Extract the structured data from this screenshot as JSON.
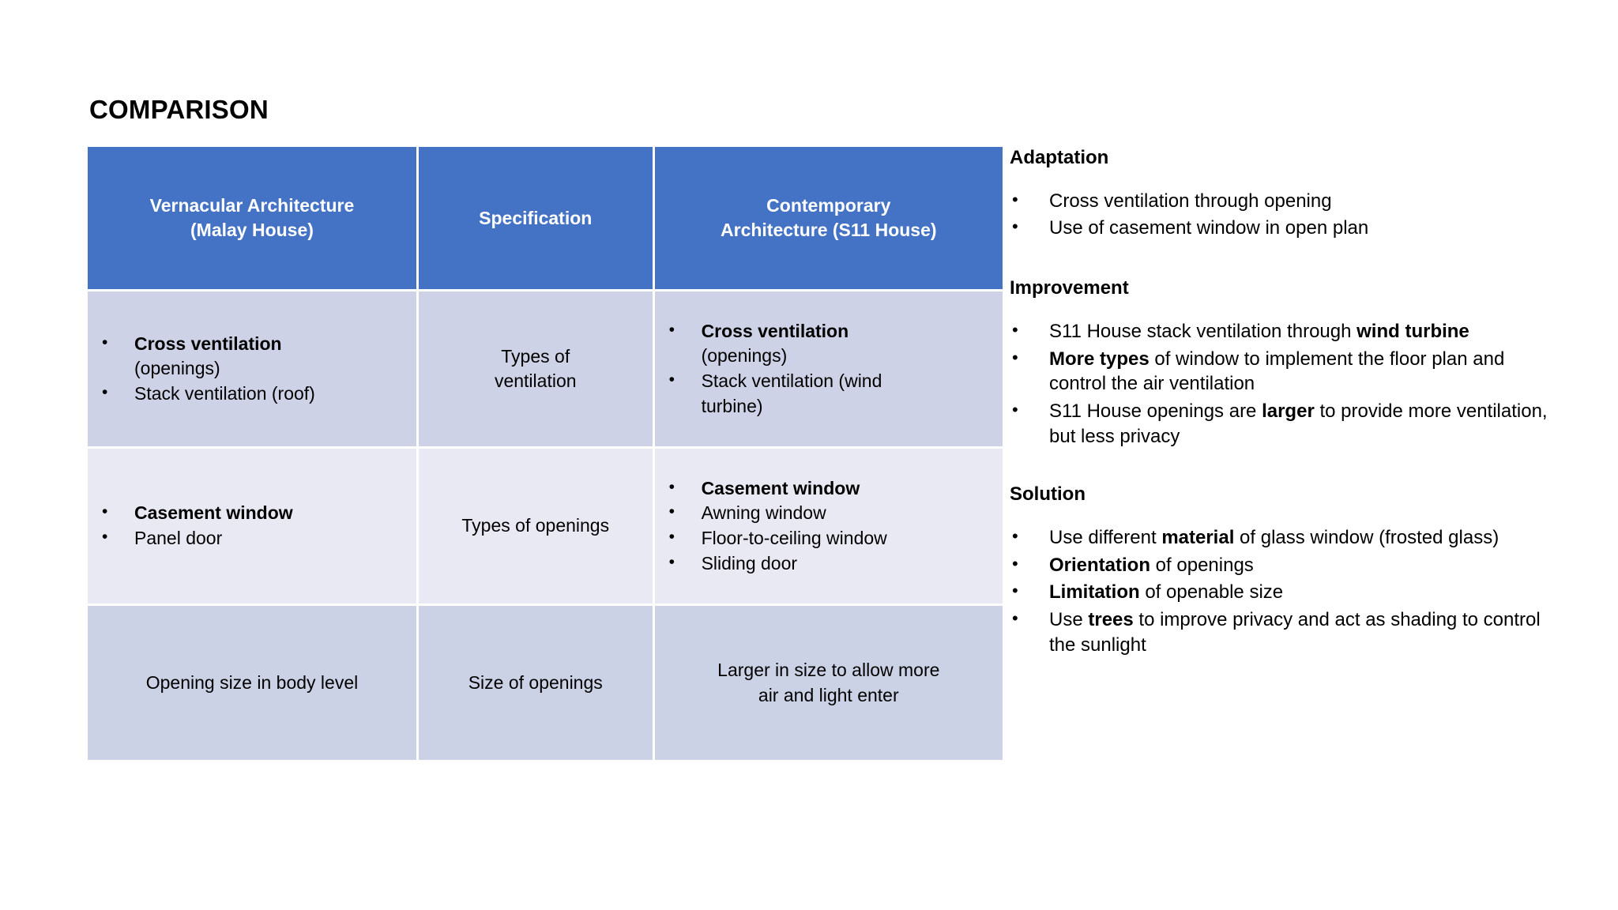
{
  "slide": {
    "title": "COMPARISON",
    "colors": {
      "header_blue": "#4472c4",
      "row_shade_dark": "#ced2e6",
      "row_shade_light": "#e9e9f3",
      "row_shade_bottom": "#ccd2e6",
      "background": "#ffffff",
      "text": "#000000",
      "header_text": "#ffffff"
    }
  },
  "table": {
    "headers": [
      {
        "line1": "Vernacular Architecture",
        "line2": "(Malay House)"
      },
      {
        "line1": "Specification",
        "line2": ""
      },
      {
        "line1": "Contemporary",
        "line2": "Architecture (S11 House)"
      }
    ],
    "rows": [
      {
        "vernacular": {
          "type": "bullets",
          "items": [
            {
              "bullet": true,
              "bold_lead": "Cross ventilation",
              "rest": ""
            },
            {
              "bullet": false,
              "bold_lead": "",
              "rest": "(openings)"
            },
            {
              "bullet": true,
              "bold_lead": "",
              "rest": "Stack ventilation (roof)"
            }
          ]
        },
        "specification": {
          "type": "text",
          "line1": "Types of",
          "line2": "ventilation"
        },
        "contemporary": {
          "type": "bullets",
          "items": [
            {
              "bullet": true,
              "bold_lead": "Cross ventilation",
              "rest": ""
            },
            {
              "bullet": false,
              "bold_lead": "",
              "rest": "(openings)"
            },
            {
              "bullet": true,
              "bold_lead": "",
              "rest": "Stack ventilation (wind"
            },
            {
              "bullet": false,
              "bold_lead": "",
              "rest": "turbine)"
            }
          ]
        }
      },
      {
        "vernacular": {
          "type": "bullets",
          "items": [
            {
              "bullet": true,
              "bold_lead": "Casement window",
              "rest": ""
            },
            {
              "bullet": true,
              "bold_lead": "",
              "rest": "Panel door"
            }
          ]
        },
        "specification": {
          "type": "text",
          "line1": "Types of openings",
          "line2": ""
        },
        "contemporary": {
          "type": "bullets",
          "items": [
            {
              "bullet": true,
              "bold_lead": "Casement window",
              "rest": ""
            },
            {
              "bullet": true,
              "bold_lead": "",
              "rest": "Awning window"
            },
            {
              "bullet": true,
              "bold_lead": "",
              "rest": "Floor-to-ceiling window"
            },
            {
              "bullet": true,
              "bold_lead": "",
              "rest": "Sliding door"
            }
          ]
        }
      },
      {
        "vernacular": {
          "type": "text",
          "line1": "Opening size in body level",
          "line2": ""
        },
        "specification": {
          "type": "text",
          "line1": "Size of openings",
          "line2": ""
        },
        "contemporary": {
          "type": "text",
          "line1": "Larger in size to allow more",
          "line2": "air and light enter"
        }
      }
    ]
  },
  "notes": {
    "sections": [
      {
        "heading": "Adaptation",
        "items": [
          [
            {
              "text": "Cross ventilation through opening",
              "bold": false
            }
          ],
          [
            {
              "text": "Use of casement window in open plan",
              "bold": false
            }
          ]
        ]
      },
      {
        "heading": "Improvement",
        "items": [
          [
            {
              "text": "S11 House stack ventilation through ",
              "bold": false
            },
            {
              "text": "wind turbine",
              "bold": true
            }
          ],
          [
            {
              "text": "More types",
              "bold": true
            },
            {
              "text": " of window to implement the floor plan and control the air ventilation",
              "bold": false
            }
          ],
          [
            {
              "text": "S11 House openings are ",
              "bold": false
            },
            {
              "text": "larger",
              "bold": true
            },
            {
              "text": " to provide more ventilation, but less privacy",
              "bold": false
            }
          ]
        ]
      },
      {
        "heading": "Solution",
        "items": [
          [
            {
              "text": "Use different ",
              "bold": false
            },
            {
              "text": "material",
              "bold": true
            },
            {
              "text": " of glass window (frosted glass)",
              "bold": false
            }
          ],
          [
            {
              "text": "Orientation",
              "bold": true
            },
            {
              "text": " of openings",
              "bold": false
            }
          ],
          [
            {
              "text": "Limitation",
              "bold": true
            },
            {
              "text": " of openable size",
              "bold": false
            }
          ],
          [
            {
              "text": "Use ",
              "bold": false
            },
            {
              "text": "trees",
              "bold": true
            },
            {
              "text": " to improve privacy and act as shading to control the sunlight",
              "bold": false
            }
          ]
        ]
      }
    ]
  }
}
